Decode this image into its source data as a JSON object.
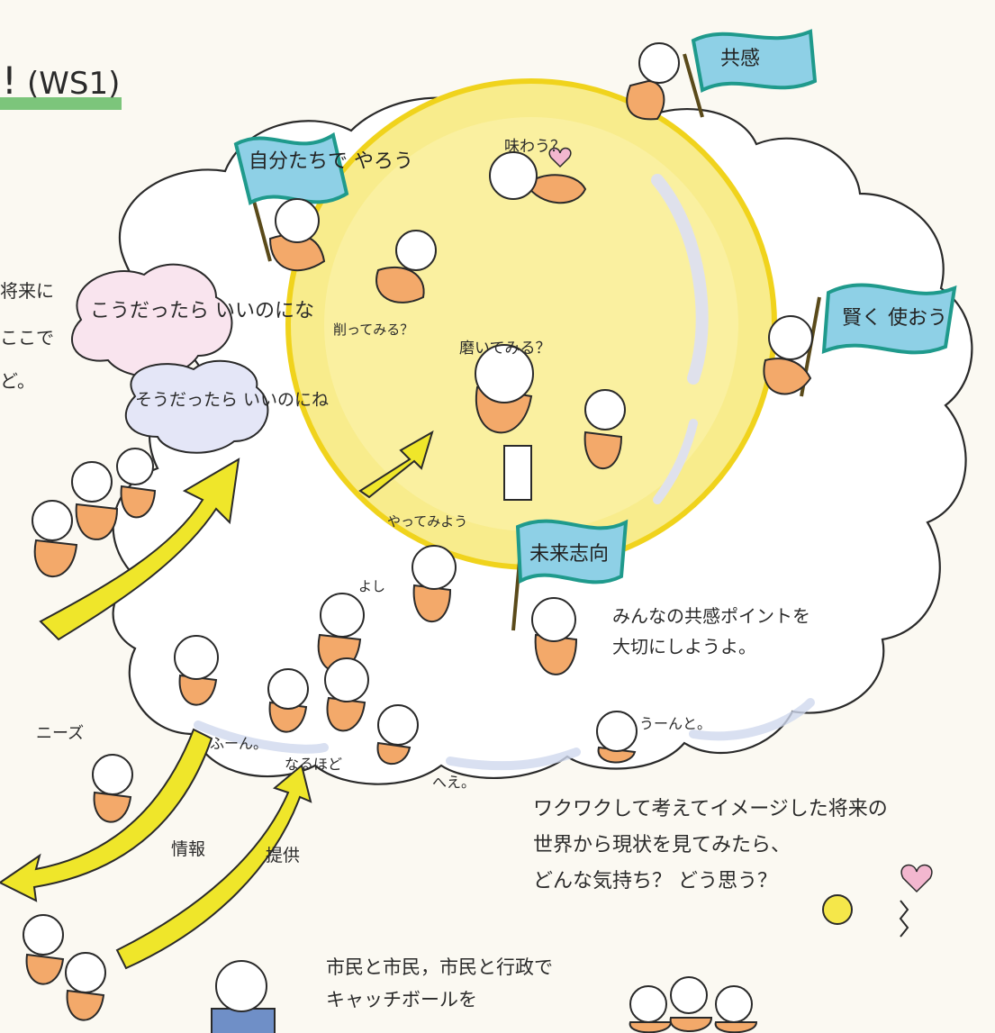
{
  "header": {
    "title_fragment": "!",
    "code": "(WS1)"
  },
  "left_notes": {
    "line1": "将来に",
    "line2": "ここで",
    "line3": "ど。"
  },
  "thought_bubbles": {
    "bubble1": "こうだったら いいのにな",
    "bubble2": "そうだったら いいのにね"
  },
  "flags": {
    "flag1": "自分たちで やろう",
    "flag2": "共感",
    "flag3": "賢く 使おう",
    "flag4": "未来志向"
  },
  "speech": {
    "ajiwau": "味わう？",
    "kezuttemiru": "削ってみる？",
    "migaitemiru": "磨いてみる？",
    "yattemiyou": "やってみよう",
    "yoshi": "よし",
    "fuun": "ふーん。",
    "naruhodo": "なるほど",
    "hee": "へえ。",
    "uuun": "うーんと。",
    "needs": "ニーズ",
    "jouhou": "情報",
    "teikyou": "提供"
  },
  "captions": {
    "empathy_line1": "みんなの共感ポイントを",
    "empathy_line2": "大切にしようよ。",
    "future_line1": "ワクワクして考えてイメージした将来の",
    "future_line2": "世界から現状を見てみたら、",
    "future_line3": "どんな気持ち？ どう思う？",
    "bottom_line1": "市民と市民，市民と行政で",
    "bottom_line2": "キャッチボールを"
  },
  "colors": {
    "orb": "#f8ec8c",
    "orb_rim": "#f0d31c",
    "flag_fill": "#8ed0e6",
    "flag_edge": "#1f9a8c",
    "figure_body": "#f3a96a",
    "arrow_yellow": "#efe62a",
    "cloud_shadow": "#cfd8ee",
    "heart": "#f3b7cf"
  }
}
